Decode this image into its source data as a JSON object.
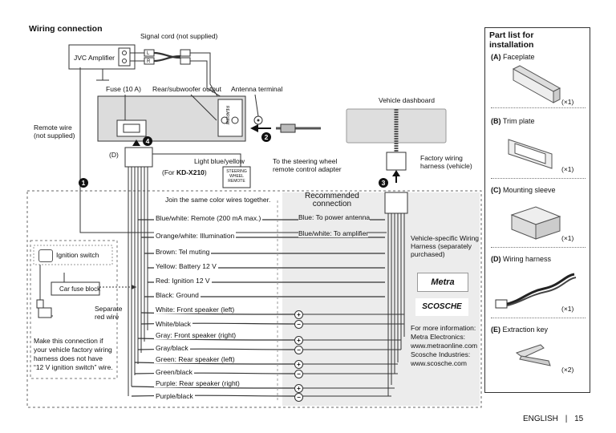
{
  "page": {
    "title": "Wiring connection",
    "footer_language": "ENGLISH",
    "footer_separator": "|",
    "page_number": "15"
  },
  "diagram": {
    "jvc_amplifier": "JVC Amplifier",
    "signal_cord": "Signal cord (not supplied)",
    "fuse": "Fuse (10 A)",
    "rear_sub_output": "Rear/subwoofer output",
    "antenna_terminal": "Antenna terminal",
    "vehicle_dashboard": "Vehicle dashboard",
    "remote_wire": "Remote wire\n(not supplied)",
    "harness_d": "(D)",
    "light_blue_yellow": "Light blue/yellow",
    "for_model_prefix": "(For ",
    "for_model": "KD-X210",
    "for_model_suffix": ")",
    "steering_remote_label": "STEERING\nWHEEL\nREMOTE",
    "steering_adapter": "To the steering wheel\nremote control adapter",
    "factory_harness": "Factory wiring\nharness (vehicle)",
    "join_note": "Join the same color wires together.",
    "recommended": "Recommended\nconnection",
    "blue_power_antenna": "Blue: To power antenna",
    "blue_white_amplifier": "Blue/white: To amplifier",
    "vehicle_harness_note": "Vehicle-specific Wiring\nHarness (separately\npurchased)",
    "more_info": "For more information:\nMetra Electronics:\nwww.metraonline.com\nScosche Industries:\nwww.scosche.com",
    "metra_logo": "Metra",
    "scosche_logo": "SCOSCHE",
    "ignition_switch": "Ignition switch",
    "car_fuse_block": "Car fuse block",
    "separate_red_wire": "Separate\nred wire",
    "ignition_note": "Make this connection if\nyour vehicle factory wiring\nharness does not have\n“12 V ignition switch” wire.",
    "rca_l": "L",
    "rca_r": "R",
    "output_sw_label": "REAR/SW",
    "step_numbers": [
      "1",
      "2",
      "3",
      "4"
    ],
    "wires": [
      "Blue/white: Remote (200 mA max.)",
      "Orange/white: Illumination",
      "Brown: Tel muting",
      "Yellow: Battery 12 V",
      "Red: Ignition 12 V",
      "Black: Ground",
      "White: Front speaker (left)",
      "White/black",
      "Gray: Front speaker (right)",
      "Gray/black",
      "Green: Rear speaker (left)",
      "Green/black",
      "Purple: Rear speaker (right)",
      "Purple/black"
    ],
    "polarity_plus": "+",
    "polarity_minus": "−"
  },
  "part_list": {
    "title": "Part list for\ninstallation",
    "items": [
      {
        "letter": "(A)",
        "name": "Faceplate",
        "qty": "(×1)"
      },
      {
        "letter": "(B)",
        "name": "Trim plate",
        "qty": "(×1)"
      },
      {
        "letter": "(C)",
        "name": "Mounting sleeve",
        "qty": "(×1)"
      },
      {
        "letter": "(D)",
        "name": "Wiring harness",
        "qty": "(×1)"
      },
      {
        "letter": "(E)",
        "name": "Extraction key",
        "qty": "(×2)"
      }
    ]
  }
}
